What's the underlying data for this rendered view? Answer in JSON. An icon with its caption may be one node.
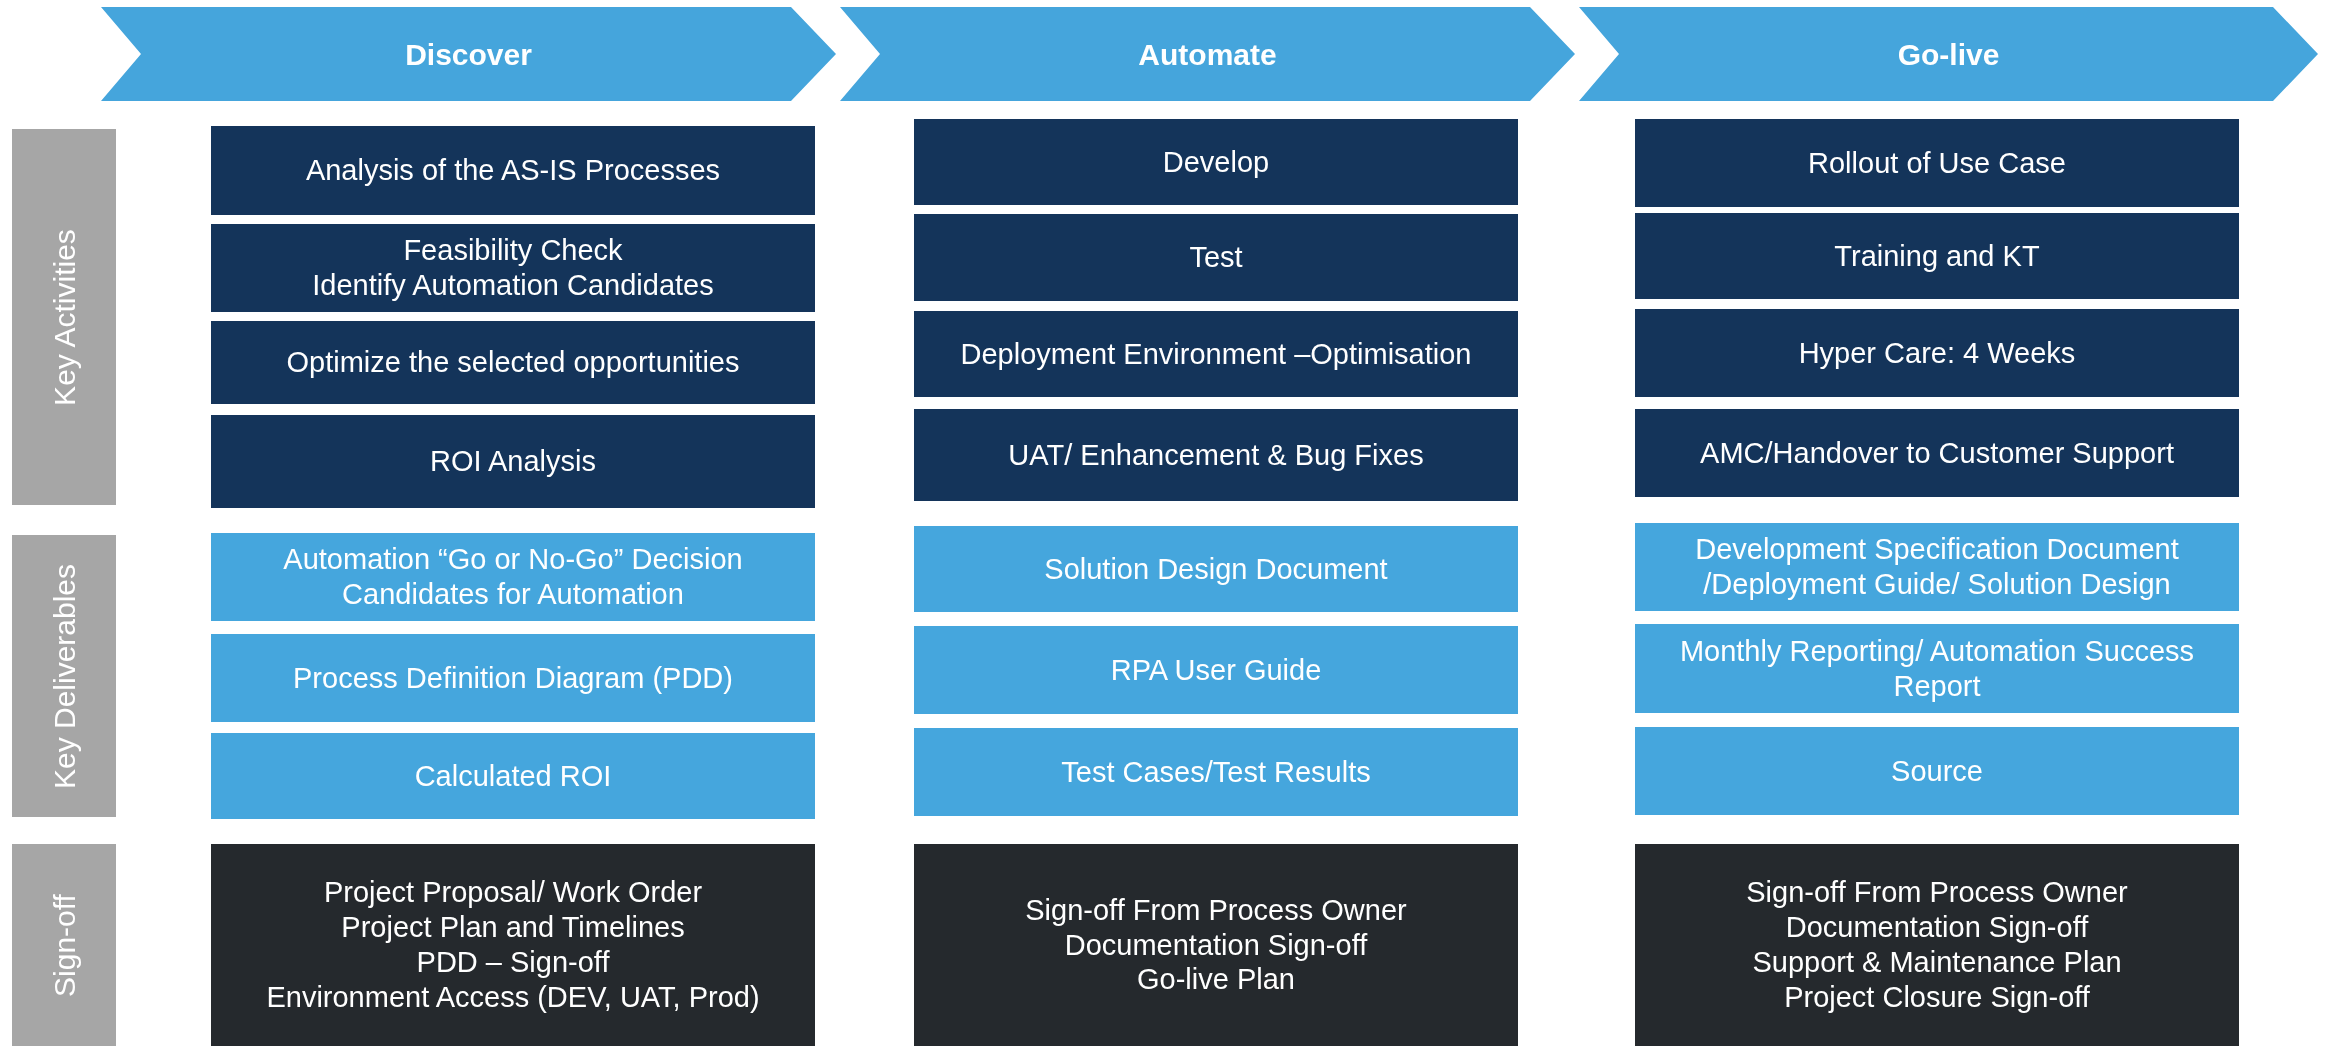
{
  "diagram": {
    "nodes": [
      {
        "text": [
          "Discover"
        ]
      },
      {
        "text": [
          "Automate"
        ]
      },
      {
        "text": [
          "Go-live"
        ]
      },
      {
        "text": [
          "Key Activities"
        ]
      },
      {
        "text": [
          "Key Deliverables"
        ]
      },
      {
        "text": [
          "Sign-off"
        ]
      },
      {
        "text": [
          "Analysis of the AS-IS Processes"
        ]
      },
      {
        "text": [
          "Feasibility Check",
          "Identify Automation Candidates"
        ]
      },
      {
        "text": [
          "Optimize the selected opportunities"
        ]
      },
      {
        "text": [
          "ROI Analysis"
        ]
      },
      {
        "text": [
          "Develop"
        ]
      },
      {
        "text": [
          "Test"
        ]
      },
      {
        "text": [
          "Deployment Environment –Optimisation"
        ]
      },
      {
        "text": [
          "UAT/ Enhancement & Bug Fixes"
        ]
      },
      {
        "text": [
          "Rollout of Use Case"
        ]
      },
      {
        "text": [
          "Training and KT"
        ]
      },
      {
        "text": [
          "Hyper Care: 4 Weeks"
        ]
      },
      {
        "text": [
          "AMC/Handover to Customer Support"
        ]
      },
      {
        "text": [
          "Automation “Go or No-Go” Decision",
          "Candidates for Automation"
        ]
      },
      {
        "text": [
          "Process Definition Diagram (PDD)"
        ]
      },
      {
        "text": [
          "Calculated ROI"
        ]
      },
      {
        "text": [
          "Solution Design Document"
        ]
      },
      {
        "text": [
          "RPA User Guide"
        ]
      },
      {
        "text": [
          "Test Cases/Test Results"
        ]
      },
      {
        "text": [
          "Development Specification Document /Deployment Guide/ Solution Design"
        ]
      },
      {
        "text": [
          "Monthly Reporting/ Automation Success Report"
        ]
      },
      {
        "text": [
          "Source"
        ]
      },
      {
        "text": [
          "Project Proposal/ Work Order",
          "Project Plan and Timelines",
          "PDD – Sign-off",
          "Environment Access (DEV, UAT, Prod)"
        ]
      },
      {
        "text": [
          "Sign-off From Process Owner",
          "Documentation Sign-off",
          "Go-live Plan"
        ]
      },
      {
        "text": [
          "Sign-off From Process Owner",
          "Documentation Sign-off",
          "Support & Maintenance Plan",
          "Project Closure Sign-off"
        ]
      }
    ]
  }
}
